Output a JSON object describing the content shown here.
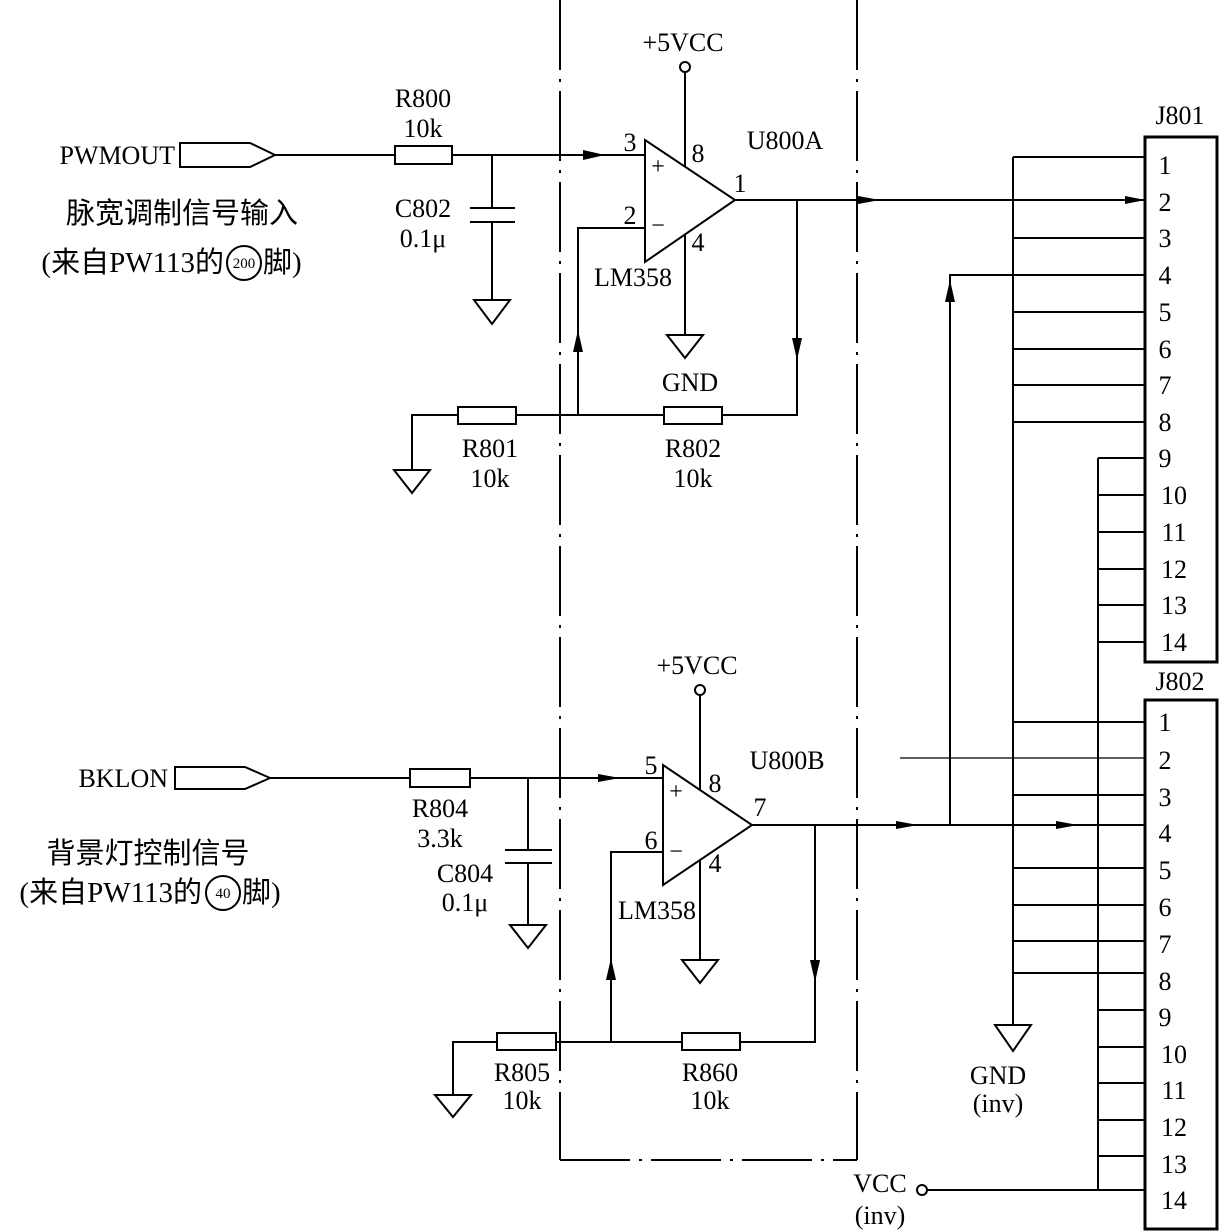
{
  "u800a": {
    "ref": "U800A",
    "part": "LM358",
    "supply": "+5VCC",
    "ground": "GND",
    "pins": {
      "noninv": "3",
      "inv": "2",
      "out": "1",
      "vcc": "8",
      "gnd": "4"
    },
    "signs": {
      "plus": "+",
      "minus": "−"
    }
  },
  "u800b": {
    "ref": "U800B",
    "part": "LM358",
    "supply": "+5VCC",
    "pins": {
      "noninv": "5",
      "inv": "6",
      "out": "7",
      "vcc": "8",
      "gnd": "4"
    },
    "signs": {
      "plus": "+",
      "minus": "−"
    }
  },
  "inputs": {
    "pwm": {
      "net": "PWMOUT",
      "desc": "脉宽调制信号输入",
      "source_prefix": "(来自PW113的",
      "source_pin": "200",
      "source_suffix": "脚)"
    },
    "bklon": {
      "net": "BKLON",
      "desc": "背景灯控制信号",
      "source_prefix": "(来自PW113的",
      "source_pin": "40",
      "source_suffix": "脚)"
    }
  },
  "components": {
    "r800": {
      "ref": "R800",
      "value": "10k"
    },
    "c802": {
      "ref": "C802",
      "value": "0.1μ"
    },
    "r801": {
      "ref": "R801",
      "value": "10k"
    },
    "r802": {
      "ref": "R802",
      "value": "10k"
    },
    "r804": {
      "ref": "R804",
      "value": "3.3k"
    },
    "c804": {
      "ref": "C804",
      "value": "0.1μ"
    },
    "r805": {
      "ref": "R805",
      "value": "10k"
    },
    "r860": {
      "ref": "R860",
      "value": "10k"
    }
  },
  "connectors": {
    "j801": {
      "ref": "J801",
      "pins": [
        "1",
        "2",
        "3",
        "4",
        "5",
        "6",
        "7",
        "8",
        "9",
        "10",
        "11",
        "12",
        "13",
        "14"
      ]
    },
    "j802": {
      "ref": "J802",
      "pins": [
        "1",
        "2",
        "3",
        "4",
        "5",
        "6",
        "7",
        "8",
        "9",
        "10",
        "11",
        "12",
        "13",
        "14"
      ]
    }
  },
  "rails": {
    "gnd_inv": {
      "name": "GND",
      "suffix": "(inv)"
    },
    "vcc_inv": {
      "name": "VCC",
      "suffix": "(inv)"
    }
  }
}
